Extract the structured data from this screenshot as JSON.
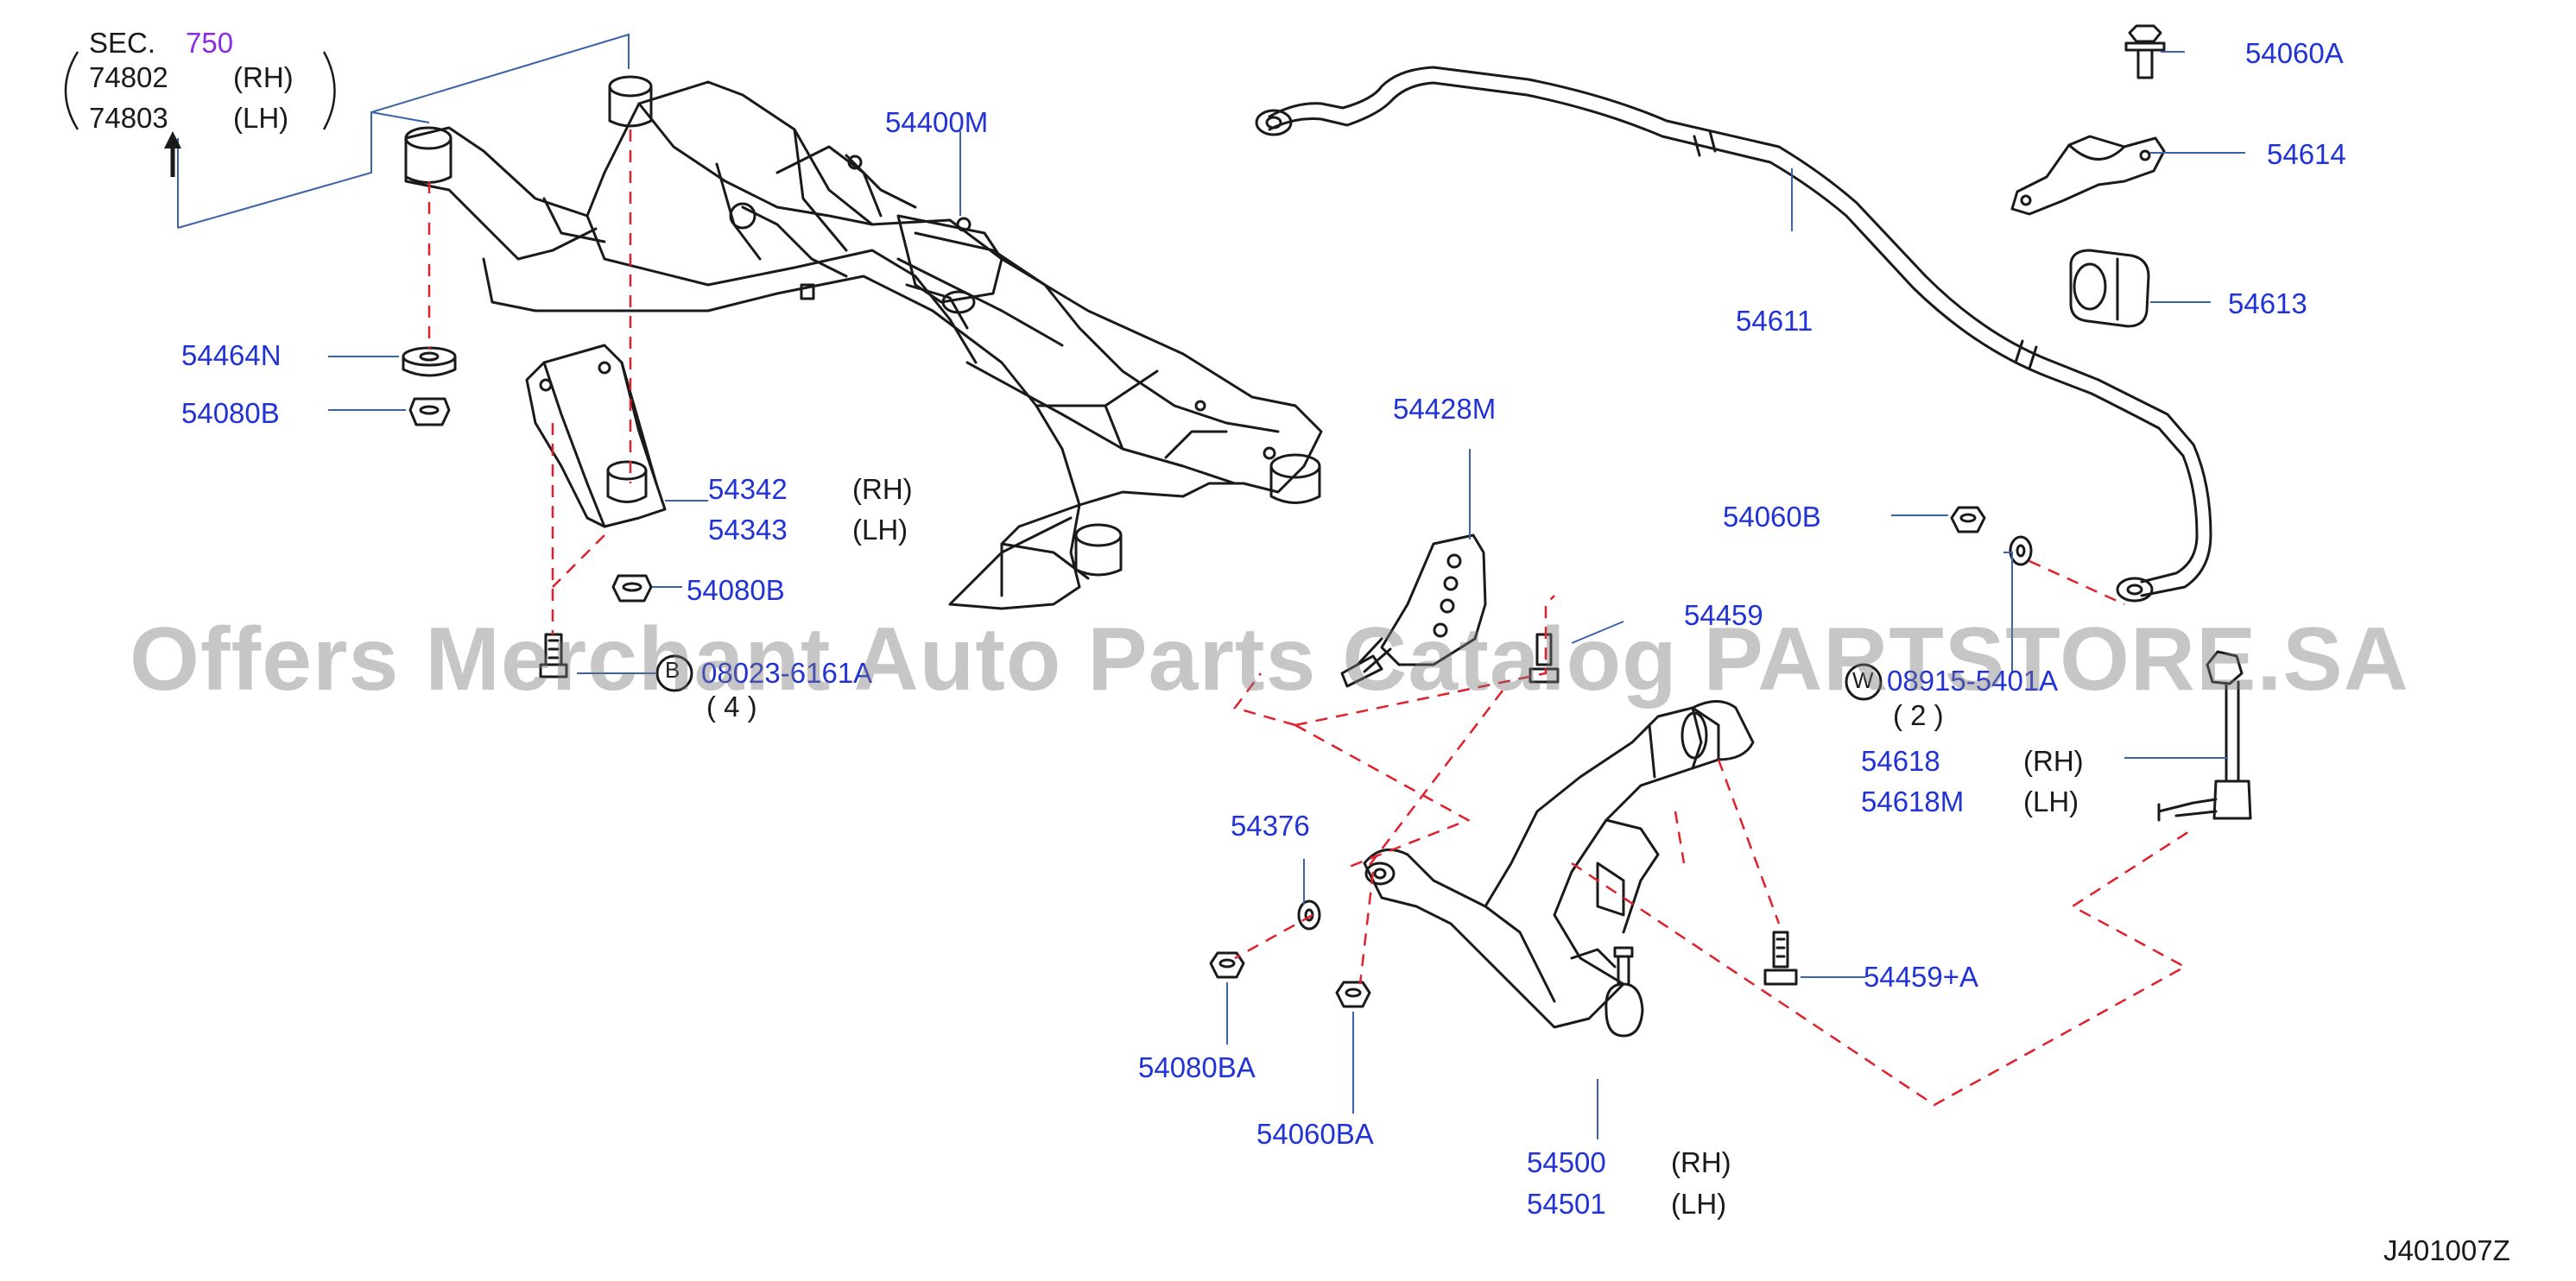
{
  "diagram_code": "J401007Z",
  "watermark": "Offers Merchant Auto Parts Catalog PARTSTORE.SA",
  "section_ref": {
    "prefix": "SEC.",
    "number": "750",
    "rh_part": "74802",
    "rh_side": "(RH)",
    "lh_part": "74803",
    "lh_side": "(LH)"
  },
  "parts": {
    "p54400M": "54400M",
    "p54464N": "54464N",
    "p54080B_upper": "54080B",
    "p54342": "54342",
    "p54343": "54343",
    "p54080B_lower": "54080B",
    "bolt_code": "08023-6161A",
    "bolt_qty": "( 4 )",
    "p54428M": "54428M",
    "p54459": "54459",
    "p54611": "54611",
    "p54060A": "54060A",
    "p54614": "54614",
    "p54613": "54613",
    "p54060B": "54060B",
    "washer_code": "08915-5401A",
    "washer_qty": "( 2 )",
    "p54618": "54618",
    "p54618M": "54618M",
    "p54376": "54376",
    "p54459A": "54459+A",
    "p54080BA": "54080BA",
    "p54060BA": "54060BA",
    "p54500": "54500",
    "p54501": "54501"
  },
  "sides": {
    "rh": "(RH)",
    "lh": "(LH)"
  },
  "colors": {
    "leader": "#3a62a8",
    "dash": "#e0202a",
    "label": "#2233d6",
    "sec": "#8a2be2",
    "ink": "#1a1a1a"
  }
}
